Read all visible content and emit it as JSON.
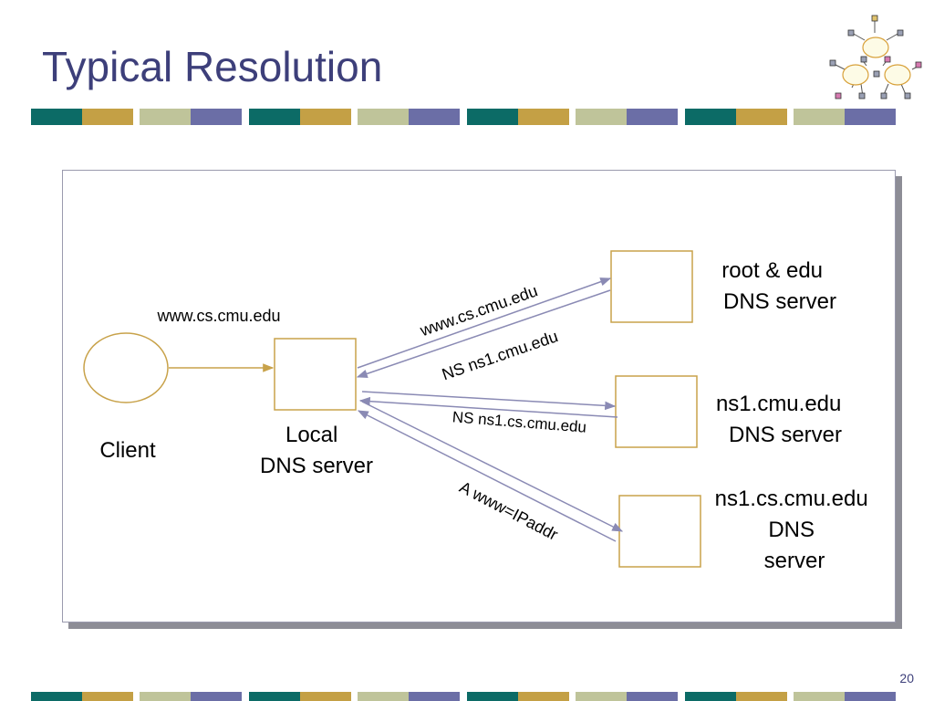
{
  "slide": {
    "title": "Typical Resolution",
    "page_number": "20"
  },
  "colors": {
    "title": "#3d3f7a",
    "stripe": [
      "#0c6b66",
      "#c4a045",
      "#bfc49a",
      "#6b6ea6"
    ],
    "box_stroke": "#c8a24a",
    "arrow": "#8a8ab4"
  },
  "diagram": {
    "nodes": {
      "client": {
        "label": "Client"
      },
      "local": {
        "label_lines": [
          "Local",
          "DNS server"
        ]
      },
      "root": {
        "label_lines": [
          "root & edu",
          "DNS server"
        ]
      },
      "cmu": {
        "label_lines": [
          "ns1.cmu.edu",
          "DNS server"
        ]
      },
      "cs": {
        "label_lines": [
          "ns1.cs.cmu.edu",
          "DNS",
          "server"
        ]
      }
    },
    "messages": {
      "query_client": "www.cs.cmu.edu",
      "query_root": "www.cs.cmu.edu",
      "reply_root": "NS ns1.cmu.edu",
      "reply_cmu": "NS ns1.cs.cmu.edu",
      "reply_cs": "A www=IPaddr"
    }
  },
  "logo": {
    "icon": "network-clouds-icon"
  }
}
